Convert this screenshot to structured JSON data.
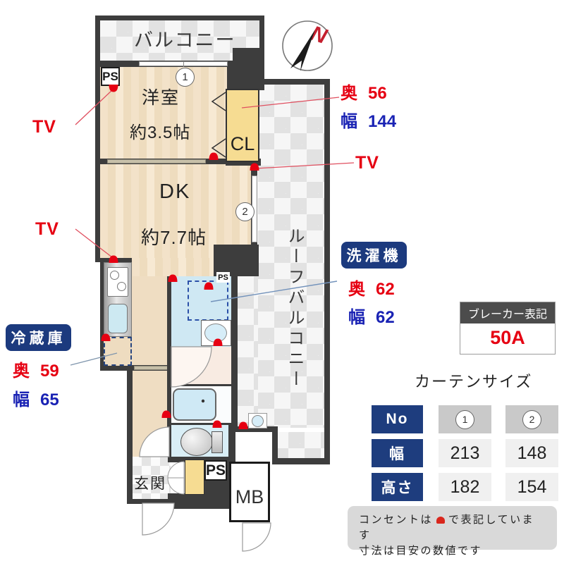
{
  "colors": {
    "wall": "#3d3d3d",
    "accent_red": "#e60012",
    "accent_blue": "#1a23b4",
    "badge_navy": "#1c3a7e",
    "breaker_header_gray": "#4c4c4c",
    "room_beige": "#f1ddc1",
    "closet_yellow": "#f6dc92",
    "water_blue": "#cfe8f3"
  },
  "plan": {
    "north": "N",
    "balcony": "バルコニー",
    "ps": "PS",
    "room1": "洋室",
    "room1_size": "約3.5帖",
    "circle1": "1",
    "cl": "CL",
    "dk": "DK",
    "dk_size": "約7.7帖",
    "circle2": "2",
    "roof_balcony": "ルーフバルコニー",
    "entrance": "玄関",
    "mb": "MB",
    "tv": "TV"
  },
  "annotations": {
    "cl_dims": {
      "depth_label": "奥",
      "depth": "56",
      "width_label": "幅",
      "width": "144"
    },
    "washer": {
      "badge": "洗濯機",
      "depth_label": "奥",
      "depth": "62",
      "width_label": "幅",
      "width": "62"
    },
    "fridge": {
      "badge": "冷蔵庫",
      "depth_label": "奥",
      "depth": "59",
      "width_label": "幅",
      "width": "65"
    },
    "breaker": {
      "title": "ブレーカー表記",
      "value": "50A"
    }
  },
  "curtain": {
    "title": "カーテンサイズ",
    "header": "No",
    "col1": "1",
    "col2": "2",
    "rows": [
      {
        "label": "幅",
        "c1": "213",
        "c2": "148"
      },
      {
        "label": "高さ",
        "c1": "182",
        "c2": "154"
      }
    ]
  },
  "notes": {
    "line1_pre": "コンセントは",
    "line1_post": "で表記しています",
    "line2": "寸法は目安の数値です"
  }
}
